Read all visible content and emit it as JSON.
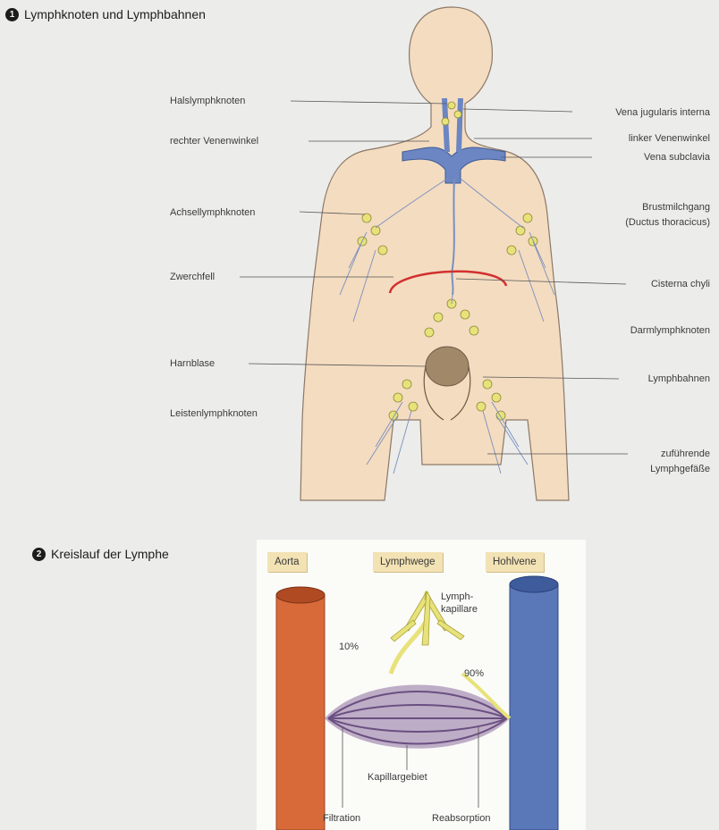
{
  "section1": {
    "number": "1",
    "title": "Lymphknoten und Lymphbahnen"
  },
  "section2": {
    "number": "2",
    "title": "Kreislauf der Lymphe"
  },
  "left_labels": {
    "hals": "Halslymphknoten",
    "venenwinkel_rechts": "rechter Venenwinkel",
    "achsel": "Achsellymphknoten",
    "zwerchfell": "Zwerchfell",
    "harnblase": "Harnblase",
    "leisten": "Leistenlymphknoten"
  },
  "right_labels": {
    "vena_jugularis": "Vena jugularis interna",
    "venenwinkel_links": "linker Venenwinkel",
    "vena_subclavia": "Vena subclavia",
    "brustmilchgang_1": "Brustmilchgang",
    "brustmilchgang_2": "(Ductus thoracicus)",
    "cisterna": "Cisterna chyli",
    "darm": "Darmlymphknoten",
    "lymphbahnen": "Lymphbahnen",
    "zufuehrend_1": "zuführende",
    "zufuehrend_2": "Lymphgefäße"
  },
  "panel": {
    "tags": {
      "aorta": "Aorta",
      "lymphwege": "Lymphwege",
      "hohlvene": "Hohlvene"
    },
    "lymphkapillare_1": "Lymph-",
    "lymphkapillare_2": "kapillare",
    "pct_10": "10%",
    "pct_90": "90%",
    "kapillargebiet": "Kapillargebiet",
    "filtration": "Filtration",
    "reabsorption": "Reabsorption"
  },
  "colors": {
    "background": "#ececea",
    "skin": "#f4dcc0",
    "lymph": "#e8e27a",
    "vein": "#5a78b8",
    "artery": "#d86a3a",
    "diaphragm": "#d23030",
    "tag": "#f2e2b4"
  }
}
